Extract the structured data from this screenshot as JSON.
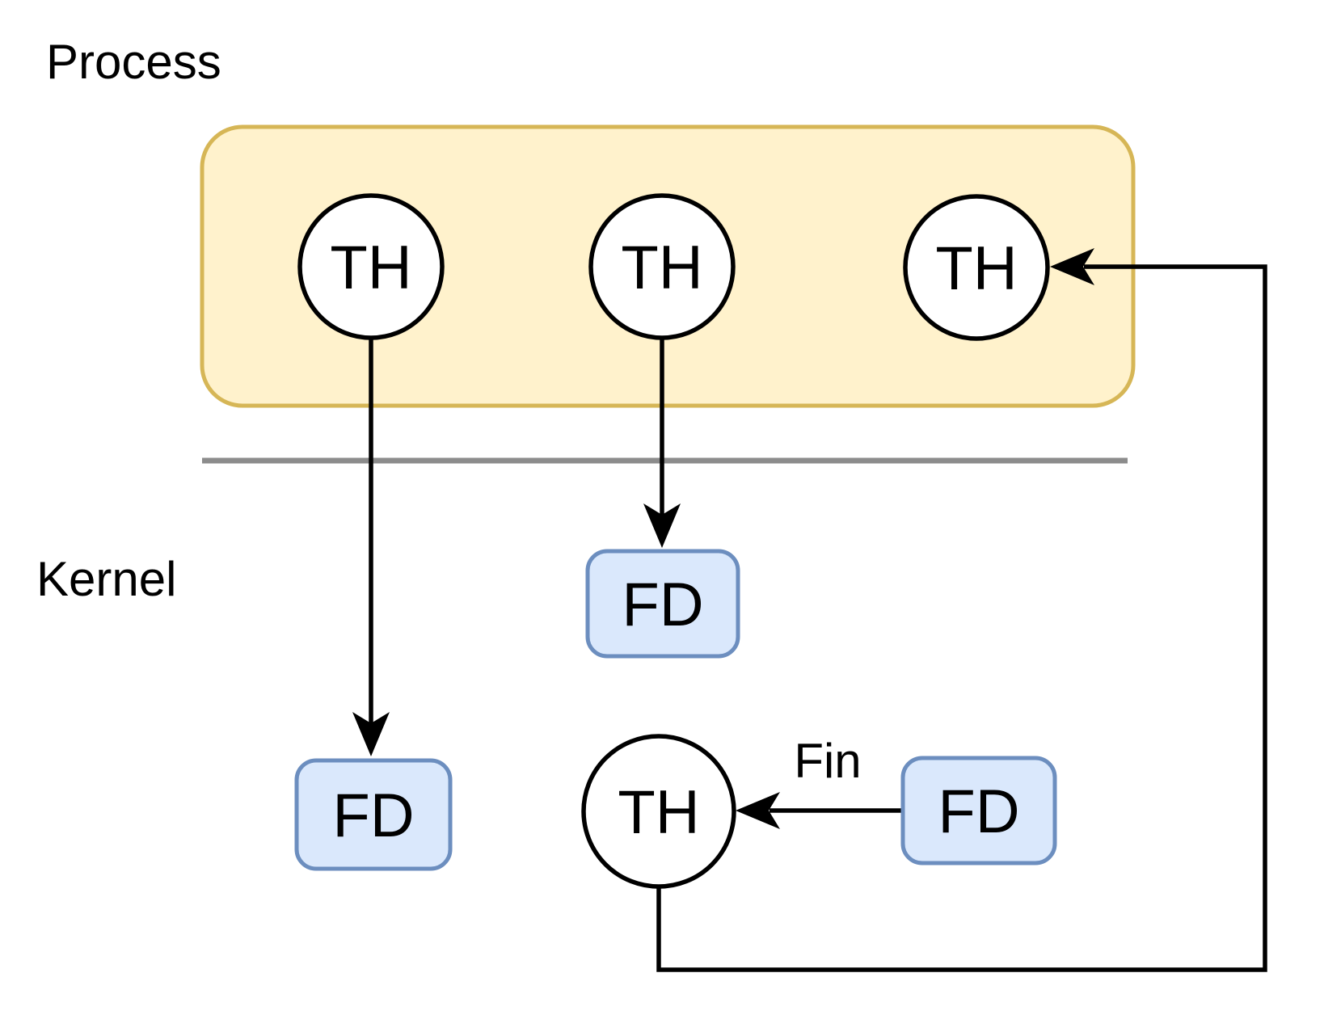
{
  "regions": {
    "process_label": "Process",
    "kernel_label": "Kernel"
  },
  "process_box": {
    "threads": [
      {
        "label": "TH"
      },
      {
        "label": "TH"
      },
      {
        "label": "TH"
      }
    ]
  },
  "kernel": {
    "fd_left": {
      "label": "FD"
    },
    "fd_middle": {
      "label": "FD"
    },
    "fd_right": {
      "label": "FD"
    },
    "thread": {
      "label": "TH"
    }
  },
  "edges": {
    "fin_label": "Fin"
  },
  "colors": {
    "process_box_fill": "#FFF2CC",
    "process_box_border": "#D6B656",
    "fd_fill": "#DAE8FC",
    "fd_border": "#6C8EBF",
    "node_fill": "#FFFFFF",
    "line_color": "#000000",
    "divider_color": "#8C8C8C"
  }
}
